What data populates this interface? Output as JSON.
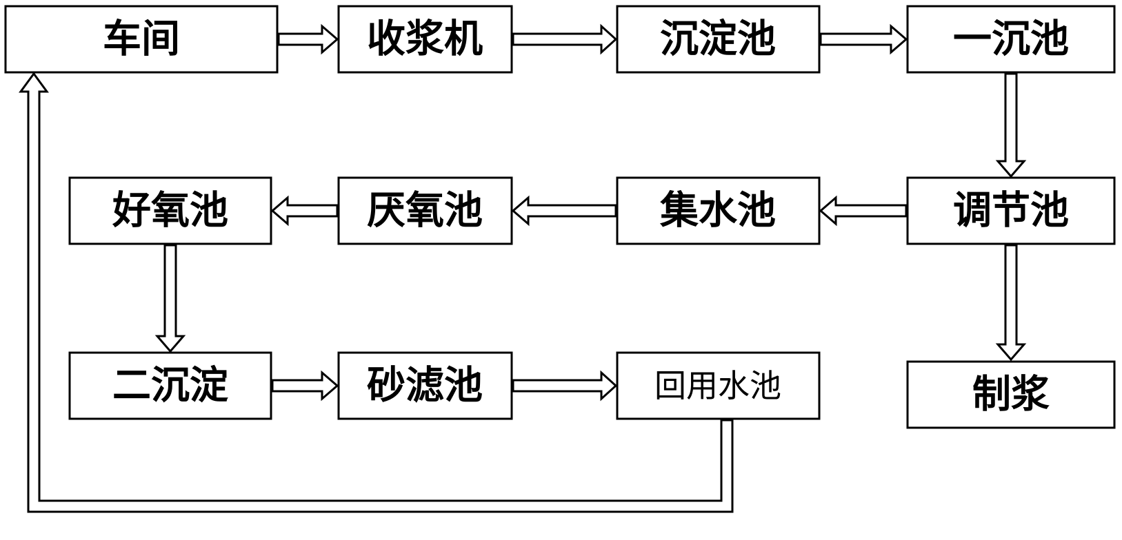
{
  "nodes": {
    "workshop": "车间",
    "pulp_collector": "收浆机",
    "sedimentation_tank": "沉淀池",
    "primary_settling": "一沉池",
    "regulating_tank": "调节池",
    "collection_tank": "集水池",
    "anaerobic_tank": "厌氧池",
    "aerobic_tank": "好氧池",
    "secondary_settling": "二沉淀",
    "sand_filter": "砂滤池",
    "reuse_water_tank": "回用水池",
    "pulping": "制浆"
  }
}
